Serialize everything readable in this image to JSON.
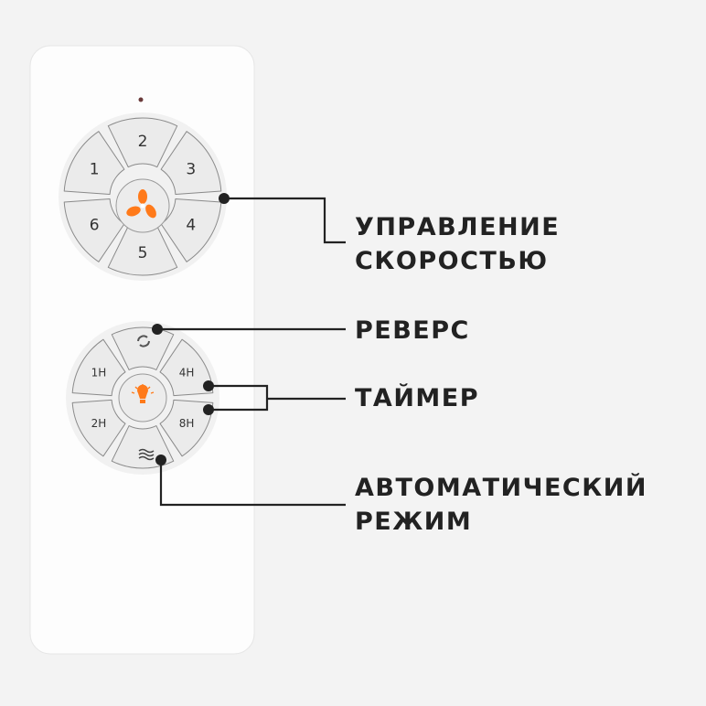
{
  "remote": {
    "speed_buttons": [
      "2",
      "3",
      "4",
      "5",
      "6",
      "1"
    ],
    "timer_buttons": {
      "top": "",
      "right_top": "4H",
      "right_bottom": "8H",
      "bottom": "",
      "left_bottom": "2H",
      "left_top": "1H"
    },
    "icons": {
      "fan": "fan-icon",
      "light": "light-bulb-icon",
      "reverse": "reverse-arrows-icon",
      "auto": "wave-icon"
    },
    "accent_color": "#ff7a1a"
  },
  "callouts": {
    "speed": [
      "УПРАВЛЕНИЕ",
      "СКОРОСТЬЮ"
    ],
    "reverse": "РЕВЕРС",
    "timer": "ТАЙМЕР",
    "auto": [
      "АВТОМАТИЧЕСКИЙ",
      "РЕЖИМ"
    ]
  }
}
